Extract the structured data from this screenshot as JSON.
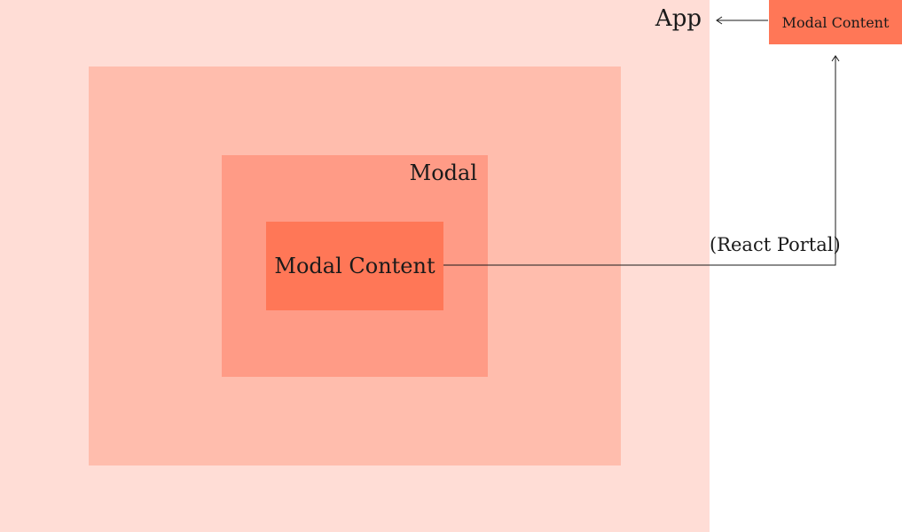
{
  "app": {
    "label": "App"
  },
  "modal": {
    "label": "Modal"
  },
  "content": {
    "label": "Modal Content"
  },
  "portal": {
    "content_label": "Modal Content",
    "caption": "(React Portal)"
  },
  "colors": {
    "app_bg": "#ffddd6",
    "outer_bg": "#ffbdad",
    "modal_bg": "#ff9b86",
    "content_bg": "#ff7757",
    "line": "#1a1a1a"
  }
}
